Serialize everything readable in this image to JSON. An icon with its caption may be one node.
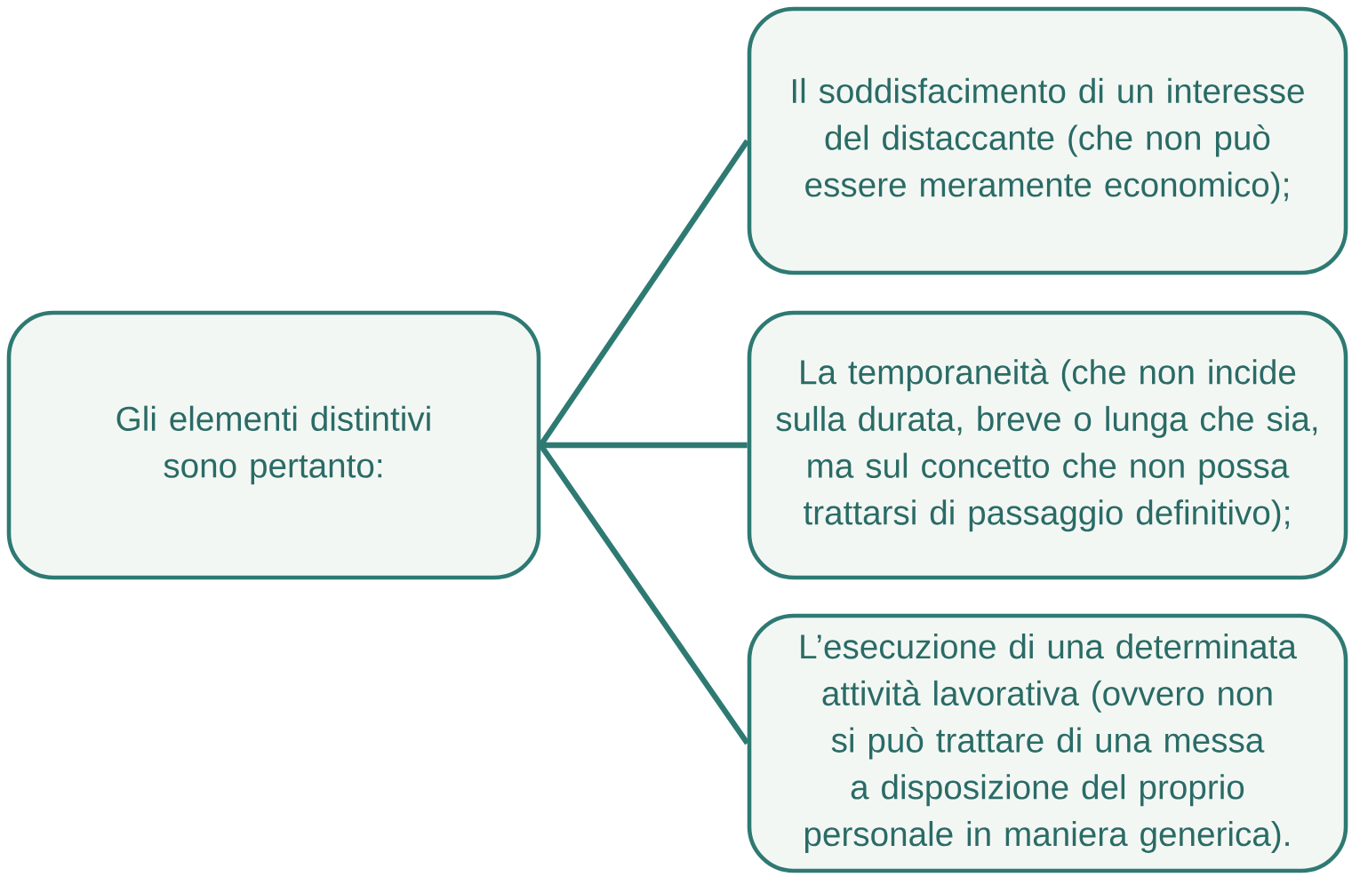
{
  "diagram": {
    "nodes": [
      {
        "text": [
          "Gli elementi distintivi sono pertanto:"
        ]
      },
      {
        "text": [
          "Il soddisfacimento di un interesse del distaccante (che non può essere meramente economico);"
        ]
      },
      {
        "text": [
          "La temporaneità (che non incide sulla durata, breve o lunga che sia, ma sul concetto che non possa trattarsi di passaggio definitivo);"
        ]
      },
      {
        "text": [
          "L’esecuzione di una determinata attività lavorativa (ovvero non si può trattare di una messa a disposizione del proprio personale in maniera generica)."
        ]
      }
    ],
    "edges": [
      {
        "from": 0,
        "to": 1,
        "arrow": "none"
      },
      {
        "from": 0,
        "to": 2,
        "arrow": "none"
      },
      {
        "from": 0,
        "to": 3,
        "arrow": "none"
      }
    ]
  }
}
